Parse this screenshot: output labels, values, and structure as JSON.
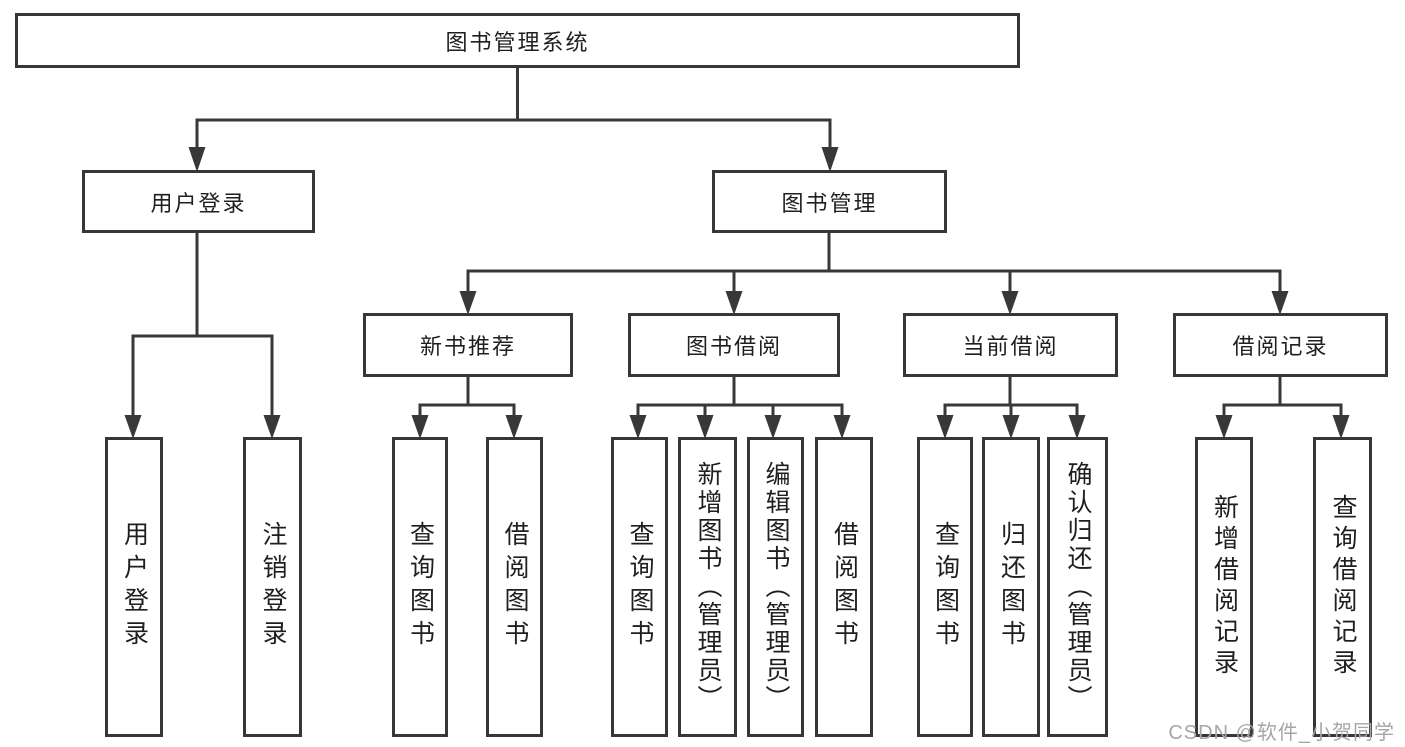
{
  "diagram": {
    "watermark": "CSDN @软件_小贺同学",
    "colors": {
      "line": "#383838",
      "box_border": "#373737",
      "text": "#1f1f1f",
      "watermark": "#a6a6a6",
      "background": "#ffffff"
    },
    "tree": {
      "root": {
        "label": "图书管理系统",
        "children": [
          {
            "label": "用户登录",
            "children": [
              {
                "label": "用户登录"
              },
              {
                "label": "注销登录"
              }
            ]
          },
          {
            "label": "图书管理",
            "children": [
              {
                "label": "新书推荐",
                "children": [
                  {
                    "label": "查询图书"
                  },
                  {
                    "label": "借阅图书"
                  }
                ]
              },
              {
                "label": "图书借阅",
                "children": [
                  {
                    "label": "查询图书"
                  },
                  {
                    "label": "新增图书（管理员）"
                  },
                  {
                    "label": "编辑图书（管理员）"
                  },
                  {
                    "label": "借阅图书"
                  }
                ]
              },
              {
                "label": "当前借阅",
                "children": [
                  {
                    "label": "查询图书"
                  },
                  {
                    "label": "归还图书"
                  },
                  {
                    "label": "确认归还（管理员）"
                  }
                ]
              },
              {
                "label": "借阅记录",
                "children": [
                  {
                    "label": "新增借阅记录"
                  },
                  {
                    "label": "查询借阅记录"
                  }
                ]
              }
            ]
          }
        ]
      }
    }
  }
}
